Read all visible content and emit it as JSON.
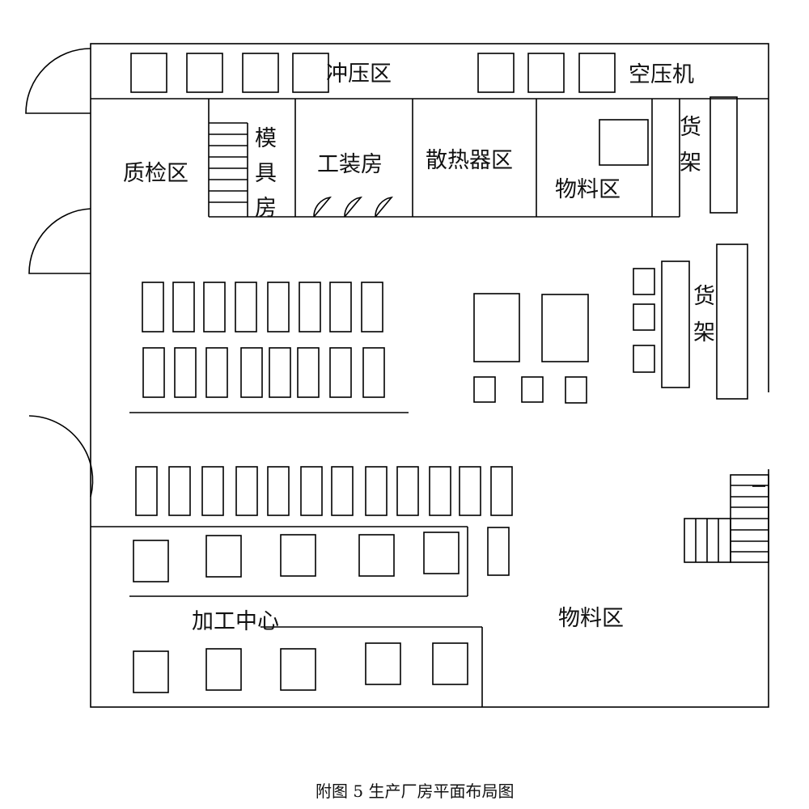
{
  "labels": {
    "stamping": "冲压区",
    "air_compressor": "空压机",
    "quality": "质检区",
    "mold_room": [
      "模",
      "具",
      "房"
    ],
    "tooling_room": "工装房",
    "radiator": "散热器区",
    "material_top": "物料区",
    "shelf_top": [
      "货",
      "架"
    ],
    "shelf_right": [
      "货",
      "架"
    ],
    "machining_center": "加工中心",
    "material_bottom": "物料区"
  },
  "caption": "附图 5  生产厂房平面布局图"
}
